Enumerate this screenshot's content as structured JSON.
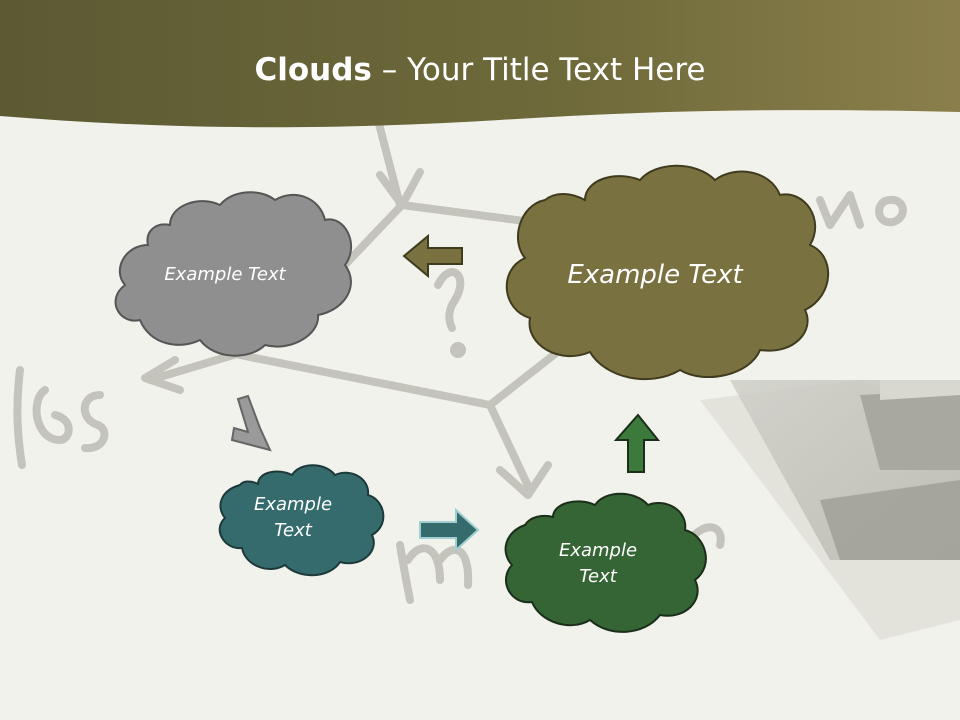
{
  "slide": {
    "title_bold": "Clouds",
    "title_rest": " – Your Title Text Here",
    "clouds": [
      {
        "id": "gray",
        "line1": "Example Text",
        "line2": ""
      },
      {
        "id": "olive",
        "line1": "Example Text",
        "line2": ""
      },
      {
        "id": "teal",
        "line1": "Example",
        "line2": "Text"
      },
      {
        "id": "green",
        "line1": "Example",
        "line2": "Text"
      }
    ]
  },
  "colors": {
    "header": "#6b6533",
    "gray_cloud": "#8f8f8f",
    "olive_cloud": "#7a7140",
    "teal_cloud": "#356b6c",
    "green_cloud": "#356435"
  }
}
